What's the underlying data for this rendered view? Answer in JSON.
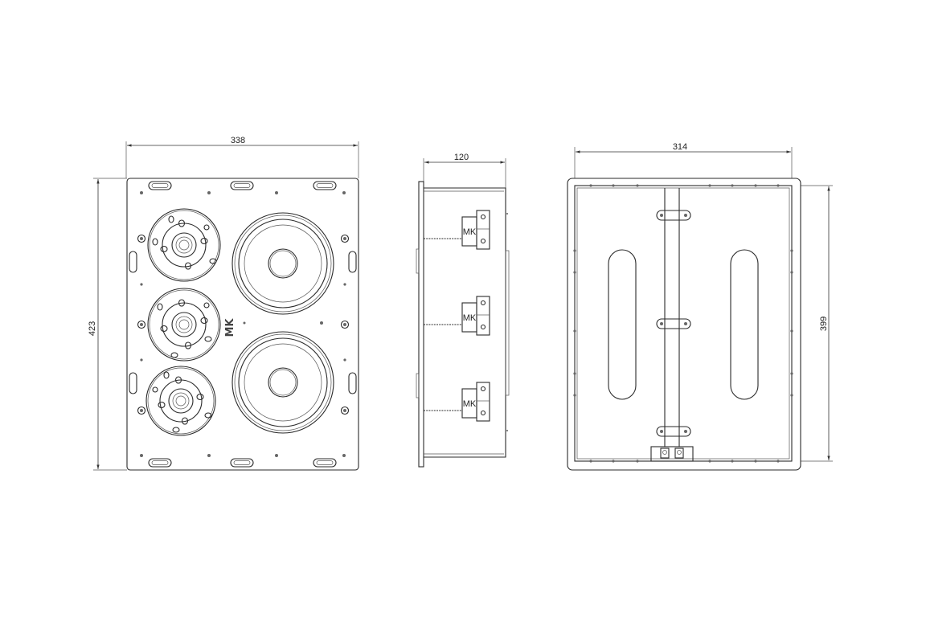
{
  "dimensions": {
    "front_width": "338",
    "front_height": "423",
    "side_depth": "120",
    "back_width": "314",
    "back_height": "399"
  },
  "logo_text": "MK",
  "colors": {
    "line": "#2a2a2a",
    "background": "#ffffff"
  }
}
